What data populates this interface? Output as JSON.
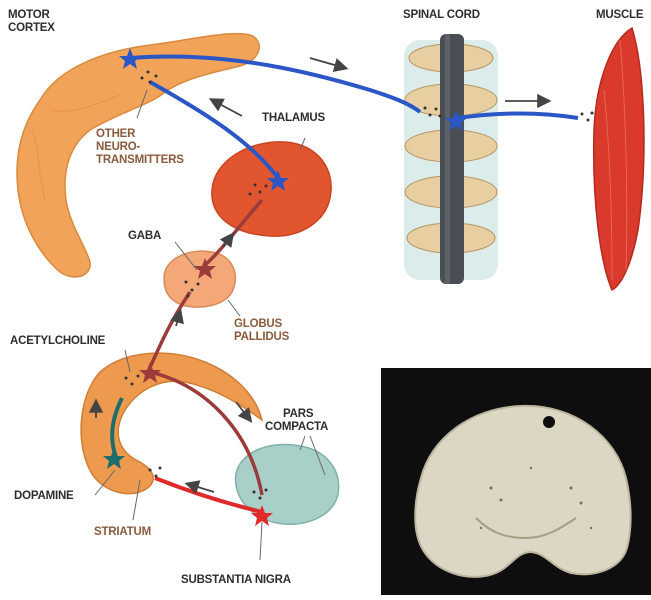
{
  "labels": {
    "motor_cortex_line1": "MOTOR",
    "motor_cortex_line2": "CORTEX",
    "spinal_cord": "SPINAL CORD",
    "muscle": "MUSCLE",
    "thalamus": "THALAMUS",
    "other_line1": "OTHER",
    "other_line2": "NEURO-",
    "other_line3": "TRANSMITTERS",
    "gaba": "GABA",
    "globus_line1": "GLOBUS",
    "globus_line2": "PALLIDUS",
    "acetylcholine": "ACETYLCHOLINE",
    "pars_line1": "PARS",
    "pars_line2": "COMPACTA",
    "dopamine": "DOPAMINE",
    "striatum": "STRIATUM",
    "substantia_nigra": "SUBSTANTIA NIGRA"
  },
  "colors": {
    "cortex": "#f2a35a",
    "thalamus": "#e2562f",
    "globus_pallidus": "#f4a878",
    "striatum": "#ee9a4e",
    "substantia_nigra": "#a9cfc9",
    "muscle": "#d93a2c",
    "spinal_cord": "#4a4f55",
    "vertebra": "#e8cfa2",
    "blue_pathway": "#2a56c6",
    "maroon_pathway": "#9c3b3b",
    "red_pathway": "#e02a2a",
    "teal_pathway": "#1f6d6a",
    "photo_background": "#0e0e0e",
    "photo_tissue": "#dcd7c4"
  }
}
